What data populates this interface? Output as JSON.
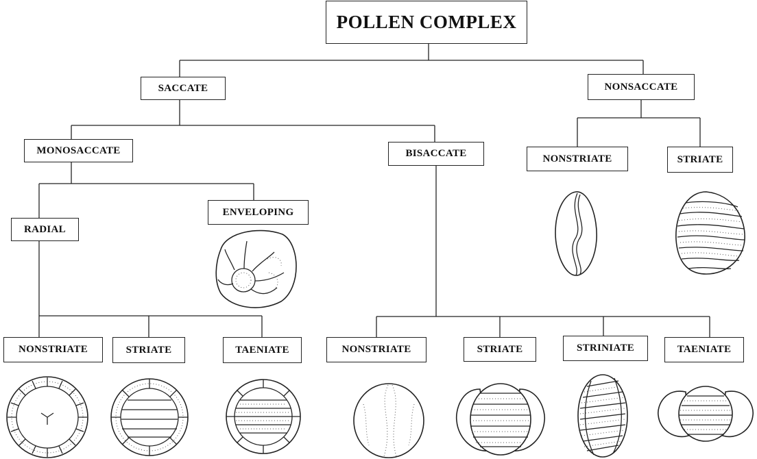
{
  "diagram": {
    "title": "POLLEN COMPLEX",
    "level1": {
      "left": "SACCATE",
      "right": "NONSACCATE"
    },
    "saccate": {
      "monosaccate": "MONOSACCATE",
      "bisaccate": "BISACCATE"
    },
    "monosaccate": {
      "radial": "RADIAL",
      "enveloping": "ENVELOPING"
    },
    "radial": {
      "nonstriate": "NONSTRIATE",
      "striate": "STRIATE",
      "taeniate": "TAENIATE"
    },
    "bisaccate": {
      "nonstriate": "NONSTRIATE",
      "striate": "STRIATE",
      "striniate": "STRINIATE",
      "taeniate": "TAENIATE"
    },
    "nonsaccate": {
      "nonstriate": "NONSTRIATE",
      "striate": "STRIATE"
    }
  }
}
